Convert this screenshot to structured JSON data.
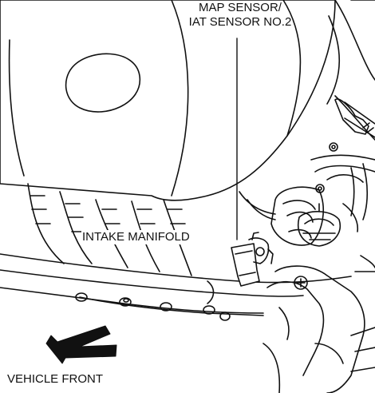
{
  "labels": {
    "map_sensor_line1": "MAP SENSOR/",
    "map_sensor_line2": "IAT SENSOR NO.2",
    "intake_manifold": "INTAKE MANIFOLD",
    "vehicle_front": "VEHICLE FRONT"
  },
  "colors": {
    "line": "#111111",
    "background": "#ffffff",
    "arrow_fill": "#111111"
  },
  "icons": {
    "front_arrow": "direction-arrow-icon"
  }
}
